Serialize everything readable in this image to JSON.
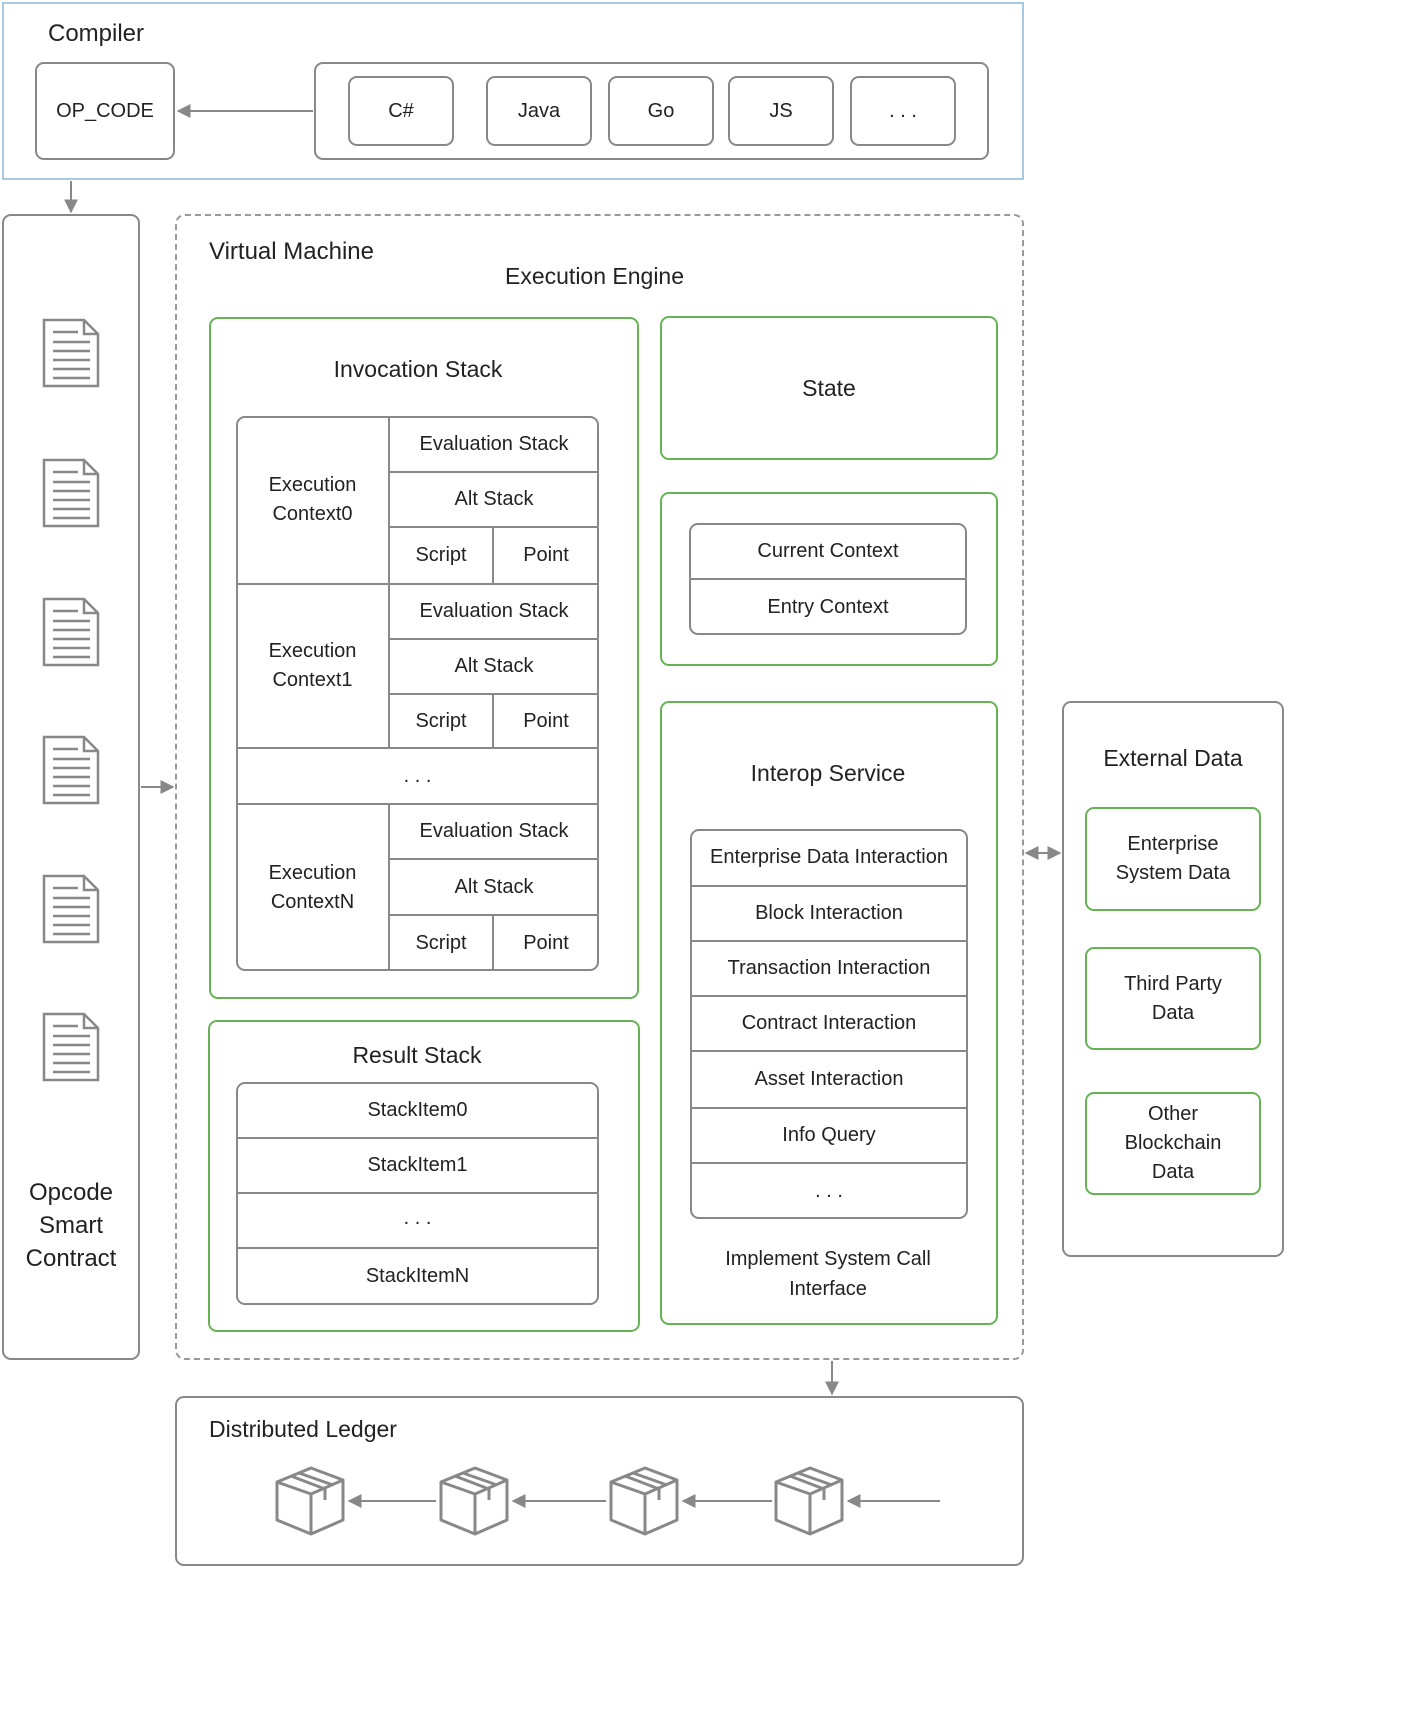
{
  "compiler": {
    "title": "Compiler",
    "op_code": "OP_CODE",
    "languages": [
      "C#",
      "Java",
      "Go",
      "JS",
      ". . ."
    ]
  },
  "contracts": {
    "label": "Opcode\nSmart\nContract",
    "file_icon": "document-icon"
  },
  "vm": {
    "title": "Virtual Machine",
    "engine_title": "Execution Engine",
    "invocation": {
      "title": "Invocation Stack",
      "contexts": [
        {
          "name": "Execution\nContext0",
          "eval": "Evaluation Stack",
          "alt": "Alt Stack",
          "script": "Script",
          "point": "Point"
        },
        {
          "name": "Execution\nContext1",
          "eval": "Evaluation Stack",
          "alt": "Alt Stack",
          "script": "Script",
          "point": "Point"
        },
        {
          "name": "Execution\nContextN",
          "eval": "Evaluation Stack",
          "alt": "Alt Stack",
          "script": "Script",
          "point": "Point"
        }
      ],
      "ellipsis": ". . ."
    },
    "result": {
      "title": "Result Stack",
      "items": [
        "StackItem0",
        "StackItem1",
        ". . .",
        "StackItemN"
      ]
    },
    "state": "State",
    "context_box": [
      "Current Context",
      "Entry Context"
    ],
    "interop": {
      "title": "Interop Service",
      "items": [
        "Enterprise Data Interaction",
        "Block Interaction",
        "Transaction Interaction",
        "Contract Interaction",
        "Asset Interaction",
        "Info Query",
        ". . ."
      ],
      "footer": "Implement System Call\nInterface"
    }
  },
  "external": {
    "title": "External Data",
    "items": [
      "Enterprise\nSystem Data",
      "Third Party\nData",
      "Other\nBlockchain\nData"
    ]
  },
  "ledger": {
    "title": "Distributed Ledger",
    "block_icon": "block-box-icon"
  },
  "colors": {
    "compiler_border": "#a9c9e2",
    "green": "#66b354",
    "gray": "#888888"
  }
}
